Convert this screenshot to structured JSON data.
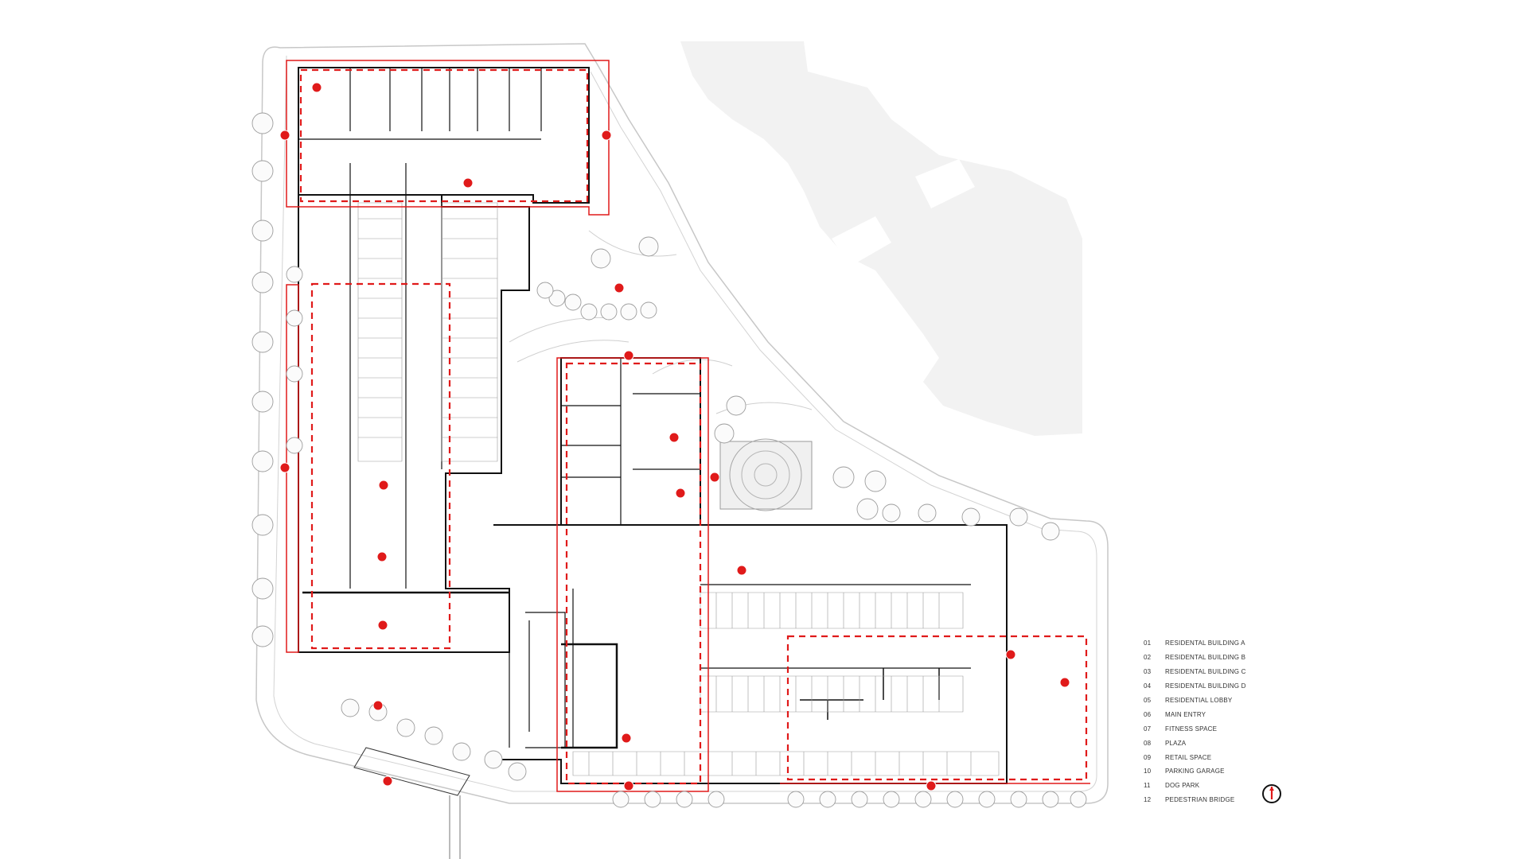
{
  "legend": {
    "items": [
      {
        "num": "01",
        "label": "RESIDENTAL BUILDING A"
      },
      {
        "num": "02",
        "label": "RESIDENTAL BUILDING B"
      },
      {
        "num": "03",
        "label": "RESIDENTAL BUILDING C"
      },
      {
        "num": "04",
        "label": "RESIDENTAL BUILDING D"
      },
      {
        "num": "05",
        "label": "RESIDENTIAL LOBBY"
      },
      {
        "num": "06",
        "label": "MAIN ENTRY"
      },
      {
        "num": "07",
        "label": "FITNESS SPACE"
      },
      {
        "num": "08",
        "label": "PLAZA"
      },
      {
        "num": "09",
        "label": "RETAIL SPACE"
      },
      {
        "num": "10",
        "label": "PARKING GARAGE"
      },
      {
        "num": "11",
        "label": "DOG PARK"
      },
      {
        "num": "12",
        "label": "PEDESTRIAN BRIDGE"
      }
    ]
  },
  "colors": {
    "accent_red": "#e01a1a",
    "wall": "#111111",
    "ghost_building": "#f2f2f2",
    "landscape": "#bbbbbb",
    "background": "#ffffff"
  },
  "icons": {
    "north_arrow": "north-arrow-icon",
    "tree": "tree-icon",
    "callout": "callout-dot"
  }
}
